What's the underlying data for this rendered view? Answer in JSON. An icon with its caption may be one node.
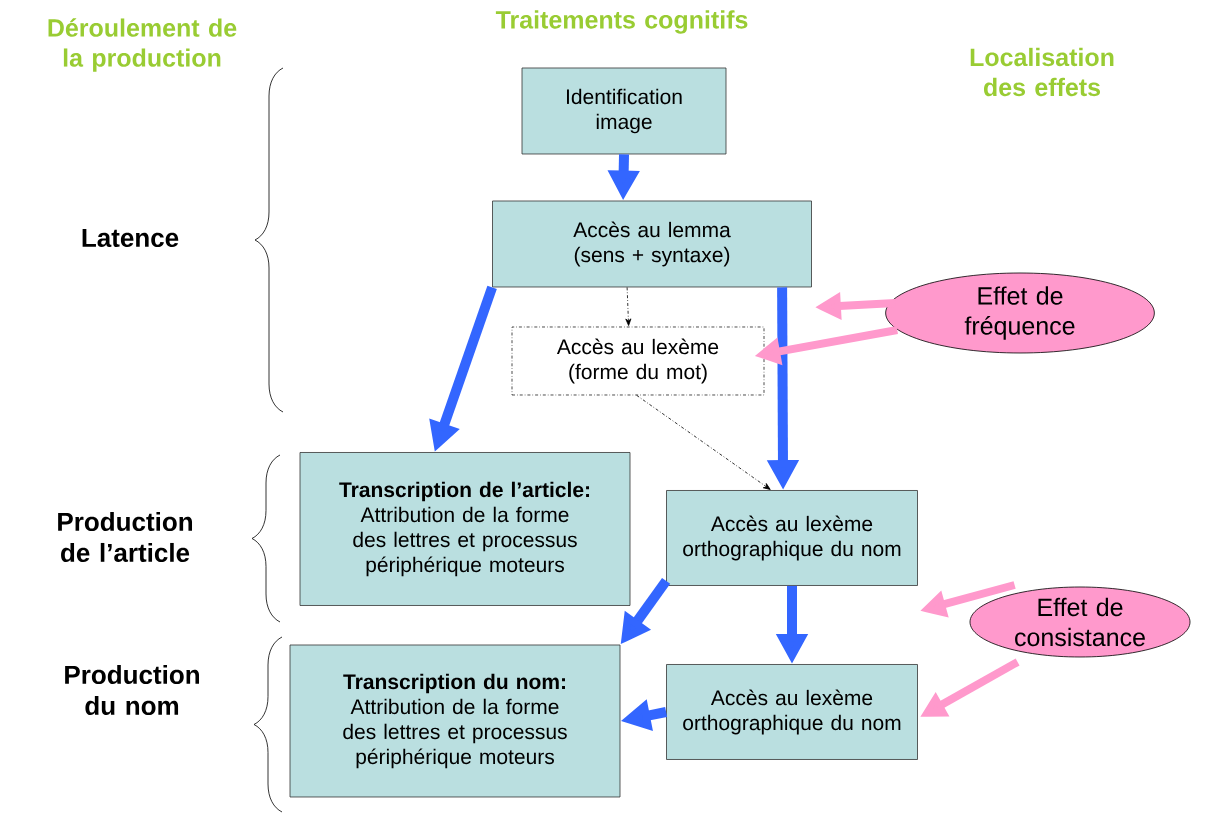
{
  "diagram": {
    "nodes": [
      {
        "text": [
          "Identification image"
        ]
      },
      {
        "text": [
          "Accès au lemma (sens + syntaxe)"
        ]
      },
      {
        "text": [
          "Accès au lexème (forme du mot)"
        ]
      },
      {
        "text": [
          "Transcription de l’article:",
          "Attribution de la forme des lettres et processus périphérique moteurs"
        ]
      },
      {
        "text": [
          "Accès au lexème orthographique du nom"
        ]
      },
      {
        "text": [
          "Transcription du nom:",
          "Attribution de la forme des lettres et processus périphérique moteurs"
        ]
      },
      {
        "text": [
          "Accès au lexème orthographique du nom"
        ]
      },
      {
        "text": [
          "Effet de fréquence"
        ]
      },
      {
        "text": [
          "Effet de consistance"
        ]
      }
    ],
    "edges": [
      {
        "from": 0,
        "to": 1,
        "arrow": "to"
      },
      {
        "from": 1,
        "to": 3,
        "arrow": "to"
      },
      {
        "from": 1,
        "to": 2,
        "arrow": "to",
        "style": "dashed",
        "color": "#000000"
      },
      {
        "from": 1,
        "to": 4,
        "arrow": "to"
      },
      {
        "from": 2,
        "to": 4,
        "arrow": "to",
        "style": "dashed",
        "color": "#000000"
      },
      {
        "from": 4,
        "to": 5,
        "arrow": "to"
      },
      {
        "from": 4,
        "to": 6,
        "arrow": "to"
      },
      {
        "from": 6,
        "to": 5,
        "arrow": "to"
      },
      {
        "from": 7,
        "to": 1,
        "arrow": "to",
        "color": "#ff99cc"
      },
      {
        "from": 7,
        "to": 2,
        "arrow": "to",
        "color": "#ff99cc"
      },
      {
        "from": 8,
        "to": 4,
        "arrow": "to",
        "color": "#ff99cc"
      },
      {
        "from": 8,
        "to": 6,
        "arrow": "to",
        "color": "#ff99cc"
      }
    ],
    "labels": [
      "Déroulement de la production",
      "Traitements cognitifs",
      "Localisation des effets",
      "Latence",
      "Production de l’article",
      "Production du nom"
    ]
  }
}
